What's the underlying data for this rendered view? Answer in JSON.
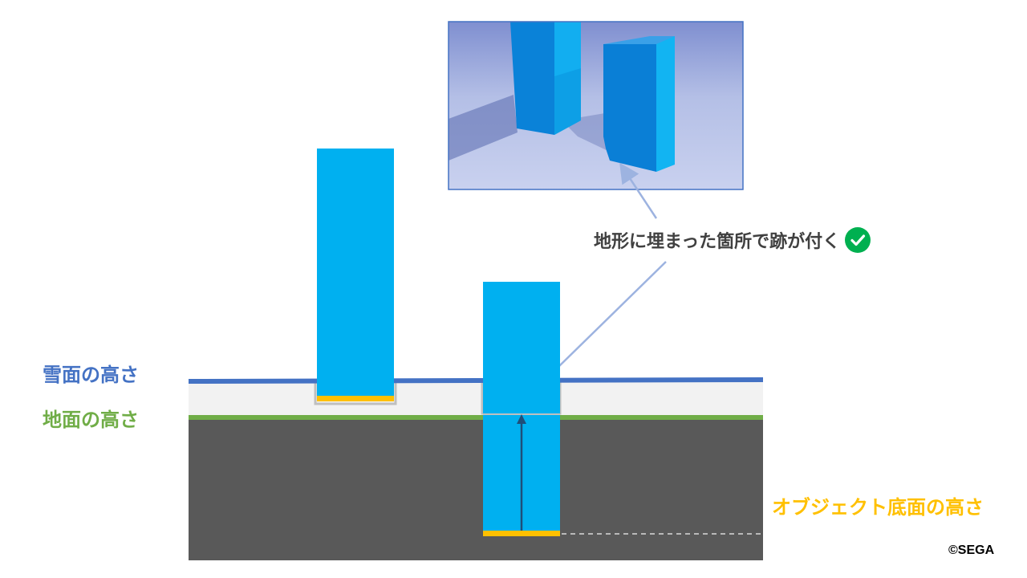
{
  "labels": {
    "snow_height": "雪面の高さ",
    "ground_height": "地面の高さ",
    "object_bottom_height": "オブジェクト底面の高さ"
  },
  "caption": {
    "text": "地形に埋まった箇所で跡が付く",
    "check_icon": "check-circle-icon"
  },
  "copyright": "©SEGA",
  "photo": {
    "description_icon": "snow-render-photo"
  },
  "colors": {
    "snow_line": "#4472c4",
    "ground_line": "#70ad47",
    "bottom_marker": "#ffc000",
    "object": "#00b0f0",
    "snow_layer": "#f2f2f2",
    "ground": "#595959",
    "arrow": "#1f4e79",
    "check": "#00b050",
    "callout": "#9db3e0",
    "text": "#404040"
  }
}
